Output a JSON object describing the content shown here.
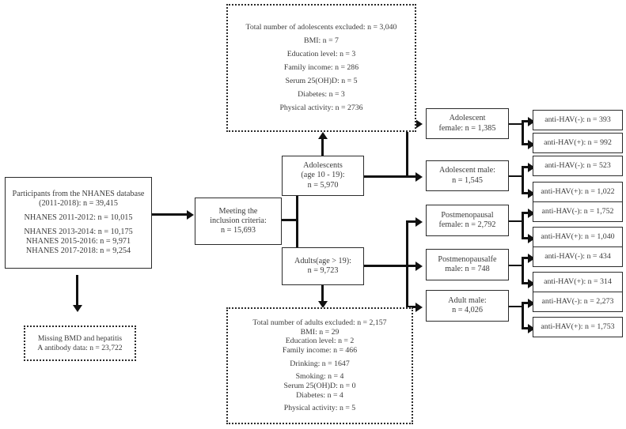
{
  "figure": {
    "type": "flowchart",
    "title": "NHANES participant selection flow diagram"
  },
  "source_box": {
    "lines": [
      "Participants from the NHANES database",
      "(2011-2018): n = 39,415",
      "",
      "NHANES 2011-2012: n = 10,015",
      "",
      "NHANES 2013-2014: n = 10,175",
      "NHANES 2015-2016: n = 9,971",
      "NHANES 2017-2018: n = 9,254"
    ]
  },
  "missing_box": {
    "lines": [
      "Missing BMD and hepatitis",
      "A antibody data: n = 23,722"
    ]
  },
  "inclusion_box": {
    "lines": [
      "Meeting the",
      "inclusion criteria:",
      "n = 15,693"
    ]
  },
  "adolescents_box": {
    "lines": [
      "Adolescents",
      "(age 10 - 19):",
      "n = 5,970"
    ]
  },
  "adults_box": {
    "lines": [
      "Adults(age > 19):",
      "n = 9,723"
    ]
  },
  "adolescent_exclusion_box": {
    "lines": [
      "Total number of adolescents excluded: n = 3,040",
      "",
      "BMI: n = 7",
      "",
      "Education level: n = 3",
      "",
      "Family income: n = 286",
      "",
      "Serum 25(OH)D: n = 5",
      "",
      "Diabetes: n = 3",
      "",
      "Physical activity: n = 2736"
    ]
  },
  "adult_exclusion_box": {
    "lines": [
      "Total number of adults excluded: n = 2,157",
      "BMI: n  = 29",
      "Education level: n  = 2",
      "Family income: n  = 466",
      "",
      "Drinking: n = 1647",
      "",
      "Smoking: n = 4",
      "Serum 25(OH)D: n  = 0",
      "Diabetes: n  = 4",
      "",
      "Physical activity: n = 5"
    ]
  },
  "categories": [
    {
      "name": "adolescent-female",
      "lines": [
        "Adolescent",
        "female: n = 1,385"
      ],
      "children": [
        {
          "name": "anti-hav-negative",
          "label": "anti-HAV(-): n = 393"
        },
        {
          "name": "anti-hav-positive",
          "label": "anti-HAV(+): n = 992"
        }
      ]
    },
    {
      "name": "adolescent-male",
      "lines": [
        "Adolescent male:",
        "n = 1,545"
      ],
      "children": [
        {
          "name": "anti-hav-negative",
          "label": "anti-HAV(-): n = 523"
        },
        {
          "name": "anti-hav-positive",
          "label": "anti-HAV(+): n = 1,022"
        }
      ]
    },
    {
      "name": "postmenopausal-female",
      "lines": [
        "Postmenopausal",
        "female: n = 2,792"
      ],
      "children": [
        {
          "name": "anti-hav-negative",
          "label": "anti-HAV(-): n = 1,752"
        },
        {
          "name": "anti-hav-positive",
          "label": "anti-HAV(+): n = 1,040"
        }
      ]
    },
    {
      "name": "postmenopausal-male",
      "lines": [
        "Postmenopausalfe",
        "male: n = 748"
      ],
      "children": [
        {
          "name": "anti-hav-negative",
          "label": "anti-HAV(-): n = 434"
        },
        {
          "name": "anti-hav-positive",
          "label": "anti-HAV(+): n = 314"
        }
      ]
    },
    {
      "name": "adult-male",
      "lines": [
        "Adult male:",
        "n = 4,026"
      ],
      "children": [
        {
          "name": "anti-hav-negative",
          "label": "anti-HAV(-): n = 2,273"
        },
        {
          "name": "anti-hav-positive",
          "label": "anti-HAV(+): n = 1,753"
        }
      ]
    }
  ],
  "colors": {
    "line": "#111111",
    "box_border": "#2b2b2b",
    "text": "#3a3a3a",
    "background": "#ffffff"
  }
}
